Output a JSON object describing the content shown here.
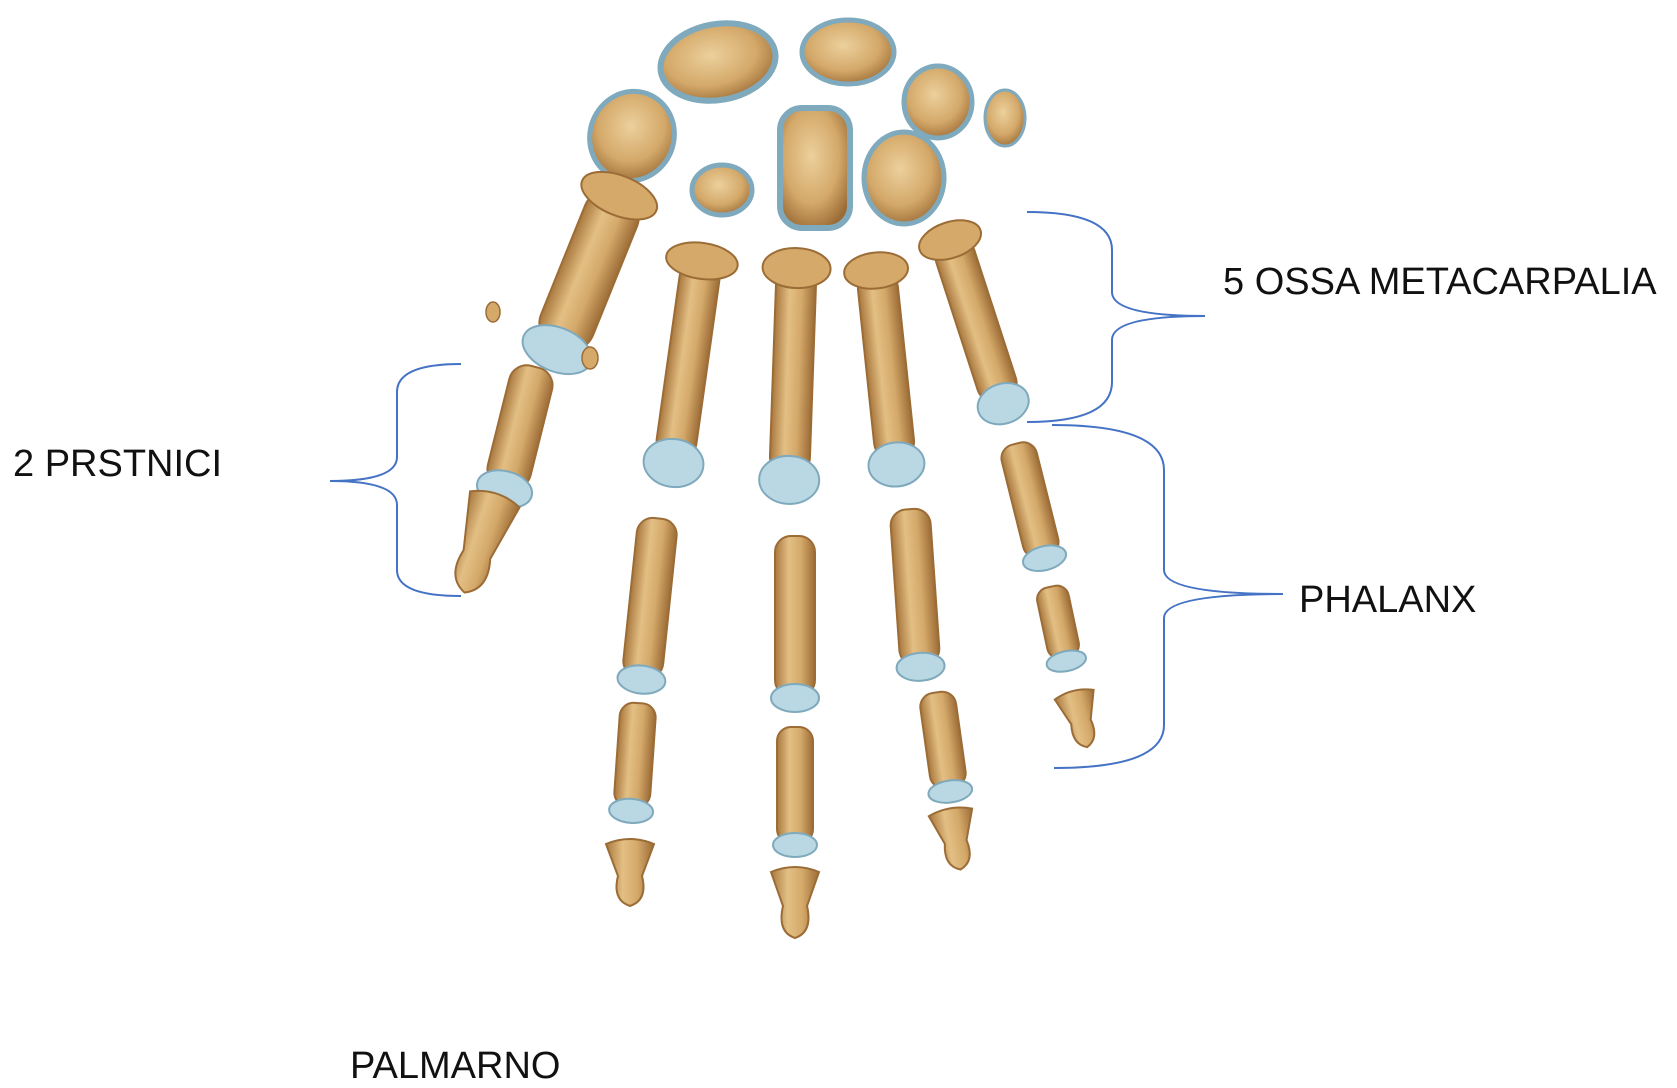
{
  "labels": {
    "metacarpals": "5 OSSA METACARPALIA",
    "thumb": "2 PRSTNICI",
    "phalanges": "PHALANX",
    "view": "PALMARNO"
  },
  "colors": {
    "bone": "#d4a96a",
    "bone_shade": "#a9783e",
    "bone_light": "#ecd09c",
    "cartilage": "#b9d8e4",
    "cartilage_edge": "#7fa9bc",
    "bracket": "#4472c4",
    "text": "#111111",
    "background": "#ffffff"
  }
}
